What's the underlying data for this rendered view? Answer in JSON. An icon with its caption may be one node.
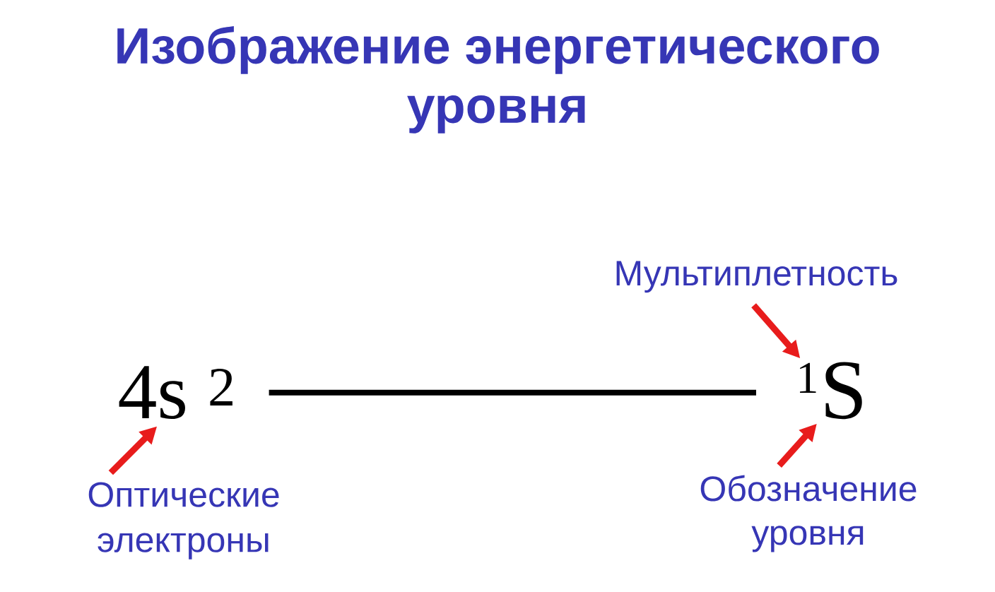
{
  "diagram": {
    "title": "Изображение энергетического уровня",
    "nodes": [
      {
        "text": [
          "4s $^{2}$"
        ]
      },
      {
        "text": [
          "1"
        ]
      },
      {
        "text": [
          "S"
        ]
      },
      {
        "text": [
          "Мультиплетность"
        ]
      },
      {
        "text": [
          "Оптические электроны"
        ]
      },
      {
        "text": [
          "Обозначение уровня"
        ]
      }
    ],
    "edges": [
      {
        "from": 0,
        "to": 1,
        "arrow": "none",
        "color": "#000000"
      },
      {
        "from": 3,
        "to": 1,
        "arrow": "to"
      },
      {
        "from": 4,
        "to": 0,
        "arrow": "to"
      },
      {
        "from": 5,
        "to": 2,
        "arrow": "to"
      }
    ]
  }
}
